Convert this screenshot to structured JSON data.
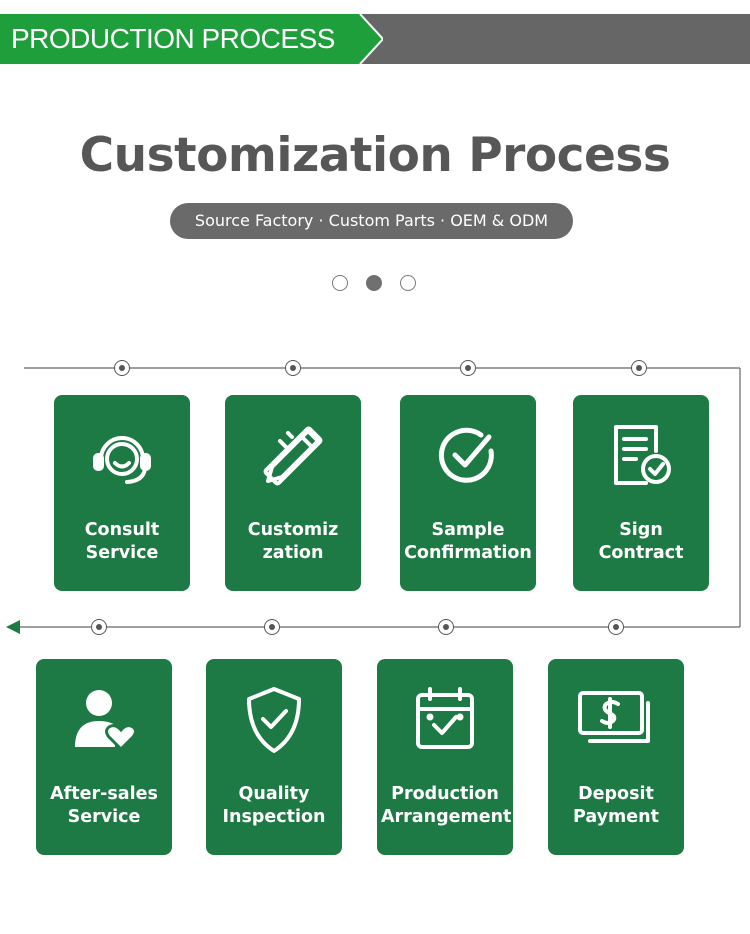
{
  "banner": {
    "label": "PRODUCTION PROCESS",
    "color_green": "#1f9e3c",
    "color_gray": "#666666"
  },
  "title": "Customization Process",
  "subtitle": "Source Factory · Custom Parts · OEM & ODM",
  "carousel": {
    "count": 3,
    "active_index": 1
  },
  "steps_top": [
    {
      "label": "Consult\nService",
      "icon": "headset-icon"
    },
    {
      "label": "Customiz\nzation",
      "icon": "ruler-pencil-icon"
    },
    {
      "label": "Sample\nConfirmation",
      "icon": "check-circle-icon"
    },
    {
      "label": "Sign\nContract",
      "icon": "contract-icon"
    }
  ],
  "steps_bottom": [
    {
      "label": "After-sales\nService",
      "icon": "user-heart-icon"
    },
    {
      "label": "Quality\nInspection",
      "icon": "shield-check-icon"
    },
    {
      "label": "Production\nArrangement",
      "icon": "calendar-check-icon"
    },
    {
      "label": "Deposit\nPayment",
      "icon": "money-icon"
    }
  ],
  "colors": {
    "card": "#1e7a44",
    "title": "#575757",
    "pill": "#6a6a6a"
  }
}
